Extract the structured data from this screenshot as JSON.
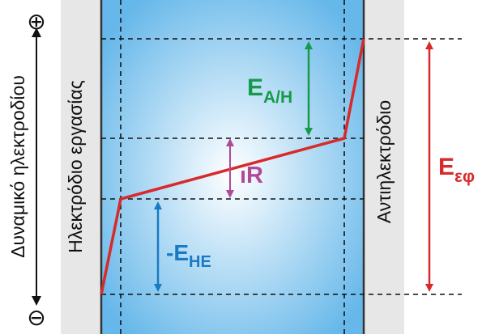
{
  "labels": {
    "plus_symbol": "⊕",
    "minus_symbol": "⊖",
    "potential_axis": "Δυναμικό ηλεκτροδίου",
    "working_electrode": "Ηλεκτρόδιο εργασίας",
    "counter_electrode": "Αντιηλεκτρόδιο",
    "e_ah_main": "E",
    "e_ah_sub": "A/H",
    "ir": "ıR",
    "e_he_main": "-E",
    "e_he_sub": "HE",
    "e_ef_main": "E",
    "e_ef_sub": "εφ"
  },
  "colors": {
    "electrolyte_center": "#ffffff",
    "electrolyte_edge": "#67b8ea",
    "electrode": "#e7e7e7",
    "potential_line": "#d82a2a",
    "e_ah": "#169a4a",
    "ir": "#b04a96",
    "e_he": "#1a7ac4",
    "e_ef": "#d82a2a",
    "text": "#1a1a1a"
  }
}
